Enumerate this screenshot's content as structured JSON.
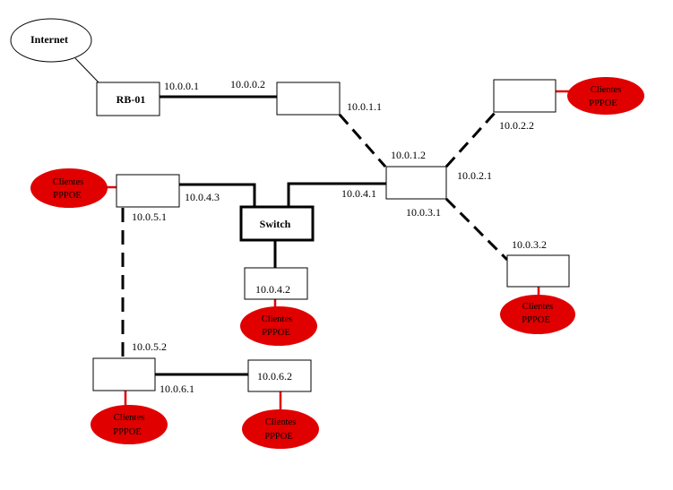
{
  "colors": {
    "client_fill": "#e00000",
    "line": "#000000",
    "box_fill": "#ffffff"
  },
  "nodes": {
    "internet": "Internet",
    "rb01": "RB-01",
    "switch": "Switch"
  },
  "clients": {
    "line1": "Clientes",
    "line2": "PPPOE"
  },
  "ips": {
    "ip_10_0_0_1": "10.0.0.1",
    "ip_10_0_0_2": "10.0.0.2",
    "ip_10_0_1_1": "10.0.1.1",
    "ip_10_0_1_2": "10.0.1.2",
    "ip_10_0_2_1": "10.0.2.1",
    "ip_10_0_2_2": "10.0.2.2",
    "ip_10_0_3_1": "10.0.3.1",
    "ip_10_0_3_2": "10.0.3.2",
    "ip_10_0_4_1": "10.0.4.1",
    "ip_10_0_4_2": "10.0.4.2",
    "ip_10_0_4_3": "10.0.4.3",
    "ip_10_0_5_1": "10.0.5.1",
    "ip_10_0_5_2": "10.0.5.2",
    "ip_10_0_6_1": "10.0.6.1",
    "ip_10_0_6_2": "10.0.6.2"
  }
}
